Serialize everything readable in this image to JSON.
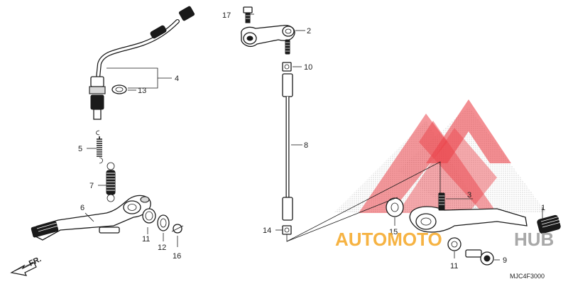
{
  "callouts": [
    {
      "id": "c1",
      "text": "1"
    },
    {
      "id": "c2",
      "text": "2"
    },
    {
      "id": "c3",
      "text": "3"
    },
    {
      "id": "c4",
      "text": "4"
    },
    {
      "id": "c5",
      "text": "5"
    },
    {
      "id": "c6",
      "text": "6"
    },
    {
      "id": "c7",
      "text": "7"
    },
    {
      "id": "c8",
      "text": "8"
    },
    {
      "id": "c9",
      "text": "9"
    },
    {
      "id": "c10",
      "text": "10"
    },
    {
      "id": "c11a",
      "text": "11"
    },
    {
      "id": "c11b",
      "text": "11"
    },
    {
      "id": "c12",
      "text": "12"
    },
    {
      "id": "c13",
      "text": "13"
    },
    {
      "id": "c14",
      "text": "14"
    },
    {
      "id": "c15",
      "text": "15"
    },
    {
      "id": "c16",
      "text": "16"
    },
    {
      "id": "c17",
      "text": "17"
    }
  ],
  "front_arrow_label": "FR.",
  "diagram_code": "MJC4F3000",
  "watermark": {
    "text_orange": "AUTOMOTO",
    "text_gray": "HUB",
    "color_red": "#e8222a",
    "color_orange": "#f5a623",
    "color_gray": "#9a9a9a"
  }
}
